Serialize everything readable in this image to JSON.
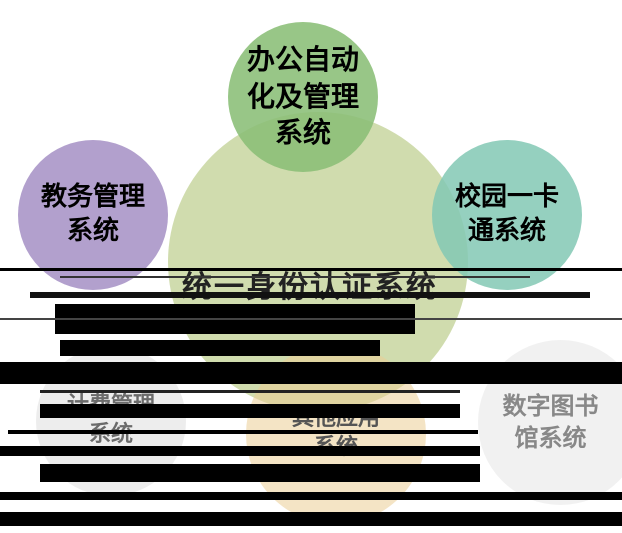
{
  "diagram": {
    "center": {
      "label": "统一身份认证系统"
    },
    "nodes": [
      {
        "id": "top",
        "lines": [
          "办公自动",
          "化及管理",
          "系统"
        ]
      },
      {
        "id": "left",
        "lines": [
          "教务管理",
          "系统"
        ]
      },
      {
        "id": "right",
        "lines": [
          "校园一卡",
          "通系统"
        ]
      },
      {
        "id": "bottom-left",
        "lines": [
          "计费管理",
          "系统"
        ]
      },
      {
        "id": "bottom-middle",
        "lines": [
          "其他应用",
          "系统"
        ]
      },
      {
        "id": "bottom-right",
        "lines": [
          "数字图书",
          "馆系统"
        ]
      }
    ]
  },
  "colors": {
    "center": "#c8d6a0",
    "top": "#8abe76",
    "left": "#aa96c8",
    "right": "#82c8b4",
    "glitch": "#000000"
  }
}
